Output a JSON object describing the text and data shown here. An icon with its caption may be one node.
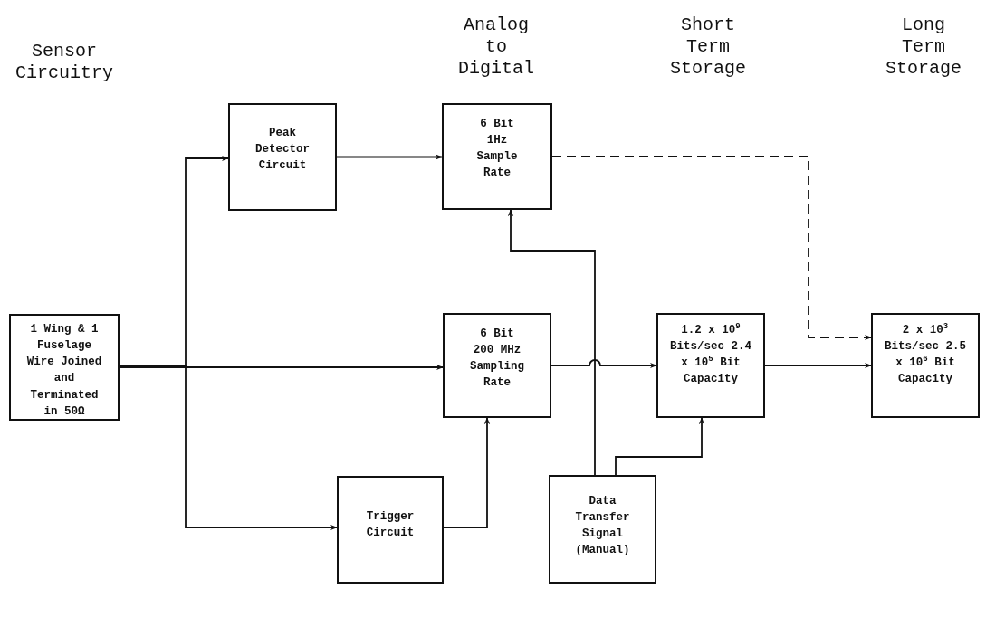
{
  "diagram": {
    "nodes": [
      {
        "text": [
          "1 Wing & 1 Fuselage Wire Joined and Terminated in 50Ω"
        ]
      },
      {
        "text": [
          "Peak Detector Circuit"
        ]
      },
      {
        "text": [
          "6 Bit 1Hz Sample Rate"
        ]
      },
      {
        "text": [
          "6 Bit 200 MHz Sampling Rate"
        ]
      },
      {
        "text": [
          "1.2 x 10$^{9}$ Bits/sec 2.4 x 10$^{5}$ Bit Capacity"
        ]
      },
      {
        "text": [
          "2 x 10$^{3}$ Bits/sec 2.5 x 10$^{6}$ Bit Capacity"
        ]
      },
      {
        "text": [
          "Trigger Circuit"
        ]
      },
      {
        "text": [
          "Data Transfer Signal (Manual)"
        ]
      }
    ],
    "edges": [
      {
        "from": 0,
        "to": 1,
        "arrow": "to"
      },
      {
        "from": 0,
        "to": 3,
        "arrow": "to"
      },
      {
        "from": 0,
        "to": 6,
        "arrow": "to"
      },
      {
        "from": 1,
        "to": 2,
        "arrow": "to"
      },
      {
        "from": 2,
        "to": 5,
        "arrow": "to",
        "style": "dashed"
      },
      {
        "from": 3,
        "to": 4,
        "arrow": "to"
      },
      {
        "from": 4,
        "to": 5,
        "arrow": "to"
      },
      {
        "from": 6,
        "to": 3,
        "arrow": "to"
      },
      {
        "from": 7,
        "to": 2,
        "arrow": "to"
      },
      {
        "from": 7,
        "to": 4,
        "arrow": "to"
      }
    ],
    "labels": [
      "Sensor Circuitry",
      "Analog to Digital",
      "Short Term Storage",
      "Long Term Storage"
    ]
  }
}
